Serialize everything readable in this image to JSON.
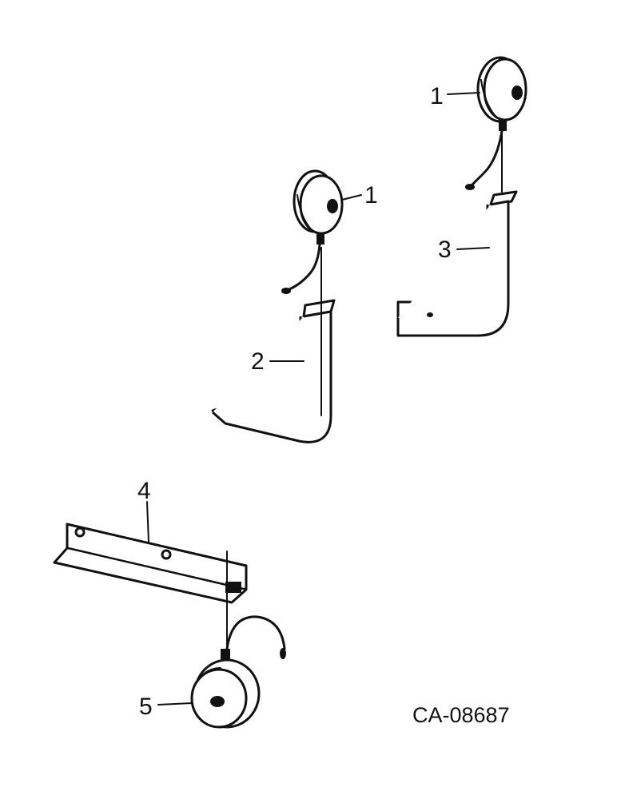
{
  "diagram": {
    "drawing_code": "CA-08687",
    "callouts": {
      "lamp_upper_right": "1",
      "lamp_middle": "1",
      "bracket_l_long": "2",
      "bracket_l_short": "3",
      "angle_bracket": "4",
      "lamp_bottom": "5"
    }
  }
}
